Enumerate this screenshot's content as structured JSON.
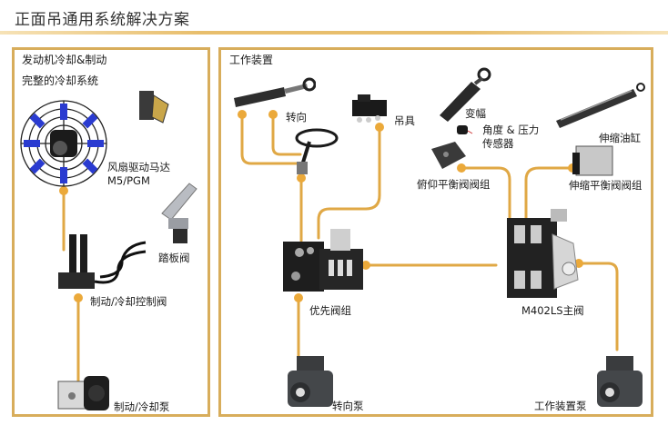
{
  "title": "正面吊通用系统解决方案",
  "colors": {
    "accent": "#d8ad5b",
    "wire": "#e0a845",
    "node": "#eba93a"
  },
  "left_panel": {
    "heading": "发动机冷却&制动",
    "subheading": "完整的冷却系统",
    "labels": {
      "fan_motor_line1": "风扇驱动马达",
      "fan_motor_line2": "M5/PGM",
      "pedal_valve": "踏板阀",
      "control_valve": "制动/冷却控制阀",
      "pump": "制动/冷却泵"
    }
  },
  "right_panel": {
    "heading": "工作装置",
    "labels": {
      "steering": "转向",
      "spreader": "吊具",
      "luffing": "变幅",
      "sensor_line1": "角度 & 压力",
      "sensor_line2": "传感器",
      "tilt_balance_valve": "俯仰平衡阀阀组",
      "tele_cylinder": "伸缩油缸",
      "tele_balance_valve": "伸缩平衡阀阀组",
      "priority_valve": "优先阀组",
      "main_valve": "M402LS主阀",
      "steering_pump": "转向泵",
      "work_pump": "工作装置泵"
    }
  },
  "icons": {
    "fan": "cooling-fan-icon",
    "cooler": "oil-cooler-icon",
    "pedal": "brake-pedal-icon",
    "accumulator": "accumulator-valve-icon",
    "gear_pump": "gear-pump-icon",
    "cylinder": "hydraulic-cylinder-icon",
    "wheel": "steering-wheel-icon",
    "valve_block": "valve-block-icon",
    "sensor": "sensor-icon",
    "piston_pump": "piston-pump-icon"
  }
}
